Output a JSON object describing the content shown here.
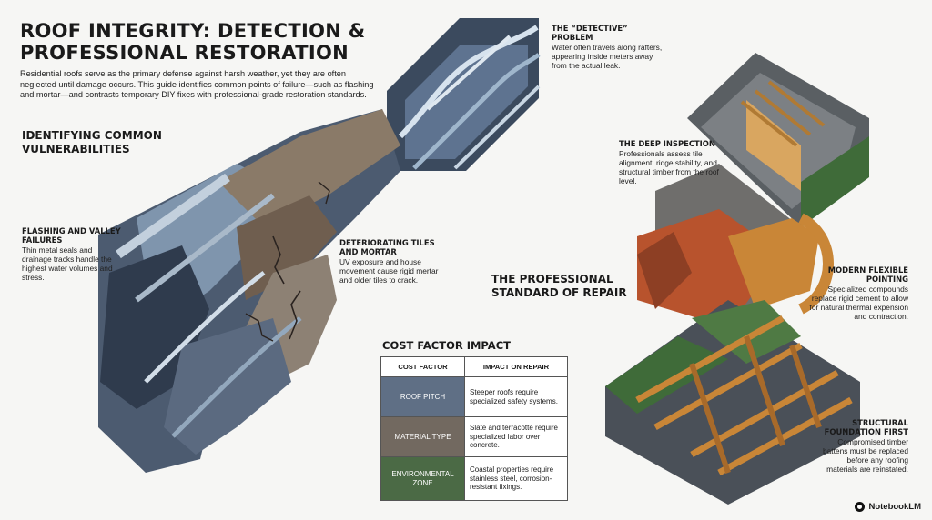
{
  "title": "ROOF INTEGRITY: DETECTION & PROFESSIONAL RESTORATION",
  "intro": "Residential roofs serve as the primary defense against harsh weather, yet they are often neglected until damage occurs. This guide identifies common points of failure—such as flashing and mortar—and contrasts temporary DIY fixes with professional-grade restoration standards.",
  "sections": {
    "vulnerabilities": "IDENTIFYING COMMON VULNERABILITIES",
    "professional": "THE PROFESSIONAL STANDARD OF REPAIR"
  },
  "callouts": {
    "flashing": {
      "heading": "FLASHING AND VALLEY FAILURES",
      "body": "Thin metal seals and drainage tracks handle the highest water volumes and stress."
    },
    "tiles": {
      "heading": "DETERIORATING TILES AND MORTAR",
      "body": "UV exposure and house movement cause rigid mertar and older tiles to crack."
    },
    "detective": {
      "heading": "THE “DETECTIVE” PROBLEM",
      "body": "Water often travels along rafters, appearing inside meters away from the actual leak."
    },
    "inspection": {
      "heading": "THE DEEP INSPECTION",
      "body": "Professionals assess tile alignment, ridge stability, and structural timber from the roof level."
    },
    "pointing": {
      "heading": "MODERN FLEXIBLE POINTING",
      "body": "Specialized compounds replace rigid cement to allow for natural thermal expension and contraction."
    },
    "foundation": {
      "heading": "STRUCTURAL FOUNDATION FIRST",
      "body": "Compromised timber battens must be replaced before any roofing materials are reinstated."
    }
  },
  "cost_table": {
    "title": "COST FACTOR IMPACT",
    "headers": [
      "COST FACTOR",
      "IMPACT ON REPAIR"
    ],
    "rows": [
      {
        "factor": "ROOF PITCH",
        "impact": "Steeper roofs require specialized safety systems.",
        "color": "#5f6f85"
      },
      {
        "factor": "MATERIAL TYPE",
        "impact": "Slate and terracotte require specialized labor over concrete.",
        "color": "#726960"
      },
      {
        "factor": "ENVIRONMENTAL ZONE",
        "impact": "Coastal properties require stainless steel, corrosion-resistant fixings.",
        "color": "#4b6a45"
      }
    ]
  },
  "brand": "NotebookLM",
  "colors": {
    "slate": "#3b4a5e",
    "steel": "#7f95ad",
    "terracotta": "#b8532d",
    "timber": "#c98637",
    "moss": "#3f6b39",
    "tile": "#8a7a68"
  }
}
